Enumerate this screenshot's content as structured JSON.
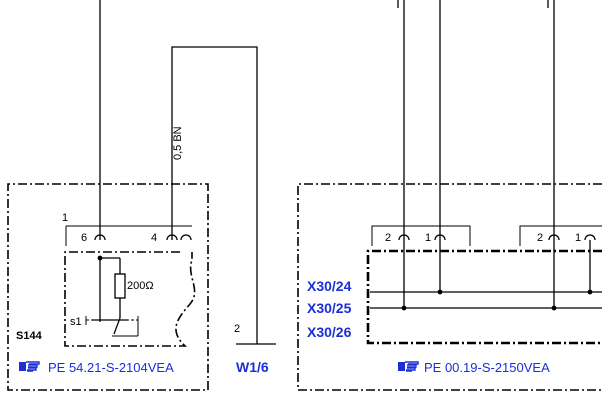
{
  "colors": {
    "line": "#000000",
    "reference": "#1c2fd6"
  },
  "icons": {
    "reference": "pointing-hand-icon"
  },
  "wire_label": "0,5 BN",
  "s144": {
    "component_no": "1",
    "pin_left": "6",
    "pin_right": "4",
    "resistor": "200Ω",
    "switch": "s1",
    "name": "S144",
    "reference": "PE 54.21-S-2104VEA"
  },
  "ground": {
    "pin": "2",
    "name": "W1/6"
  },
  "connector": {
    "pins_a": [
      "2",
      "1"
    ],
    "pins_b": [
      "2",
      "1"
    ],
    "labels": [
      "X30/24",
      "X30/25",
      "X30/26"
    ],
    "reference": "PE 00.19-S-2150VEA"
  }
}
